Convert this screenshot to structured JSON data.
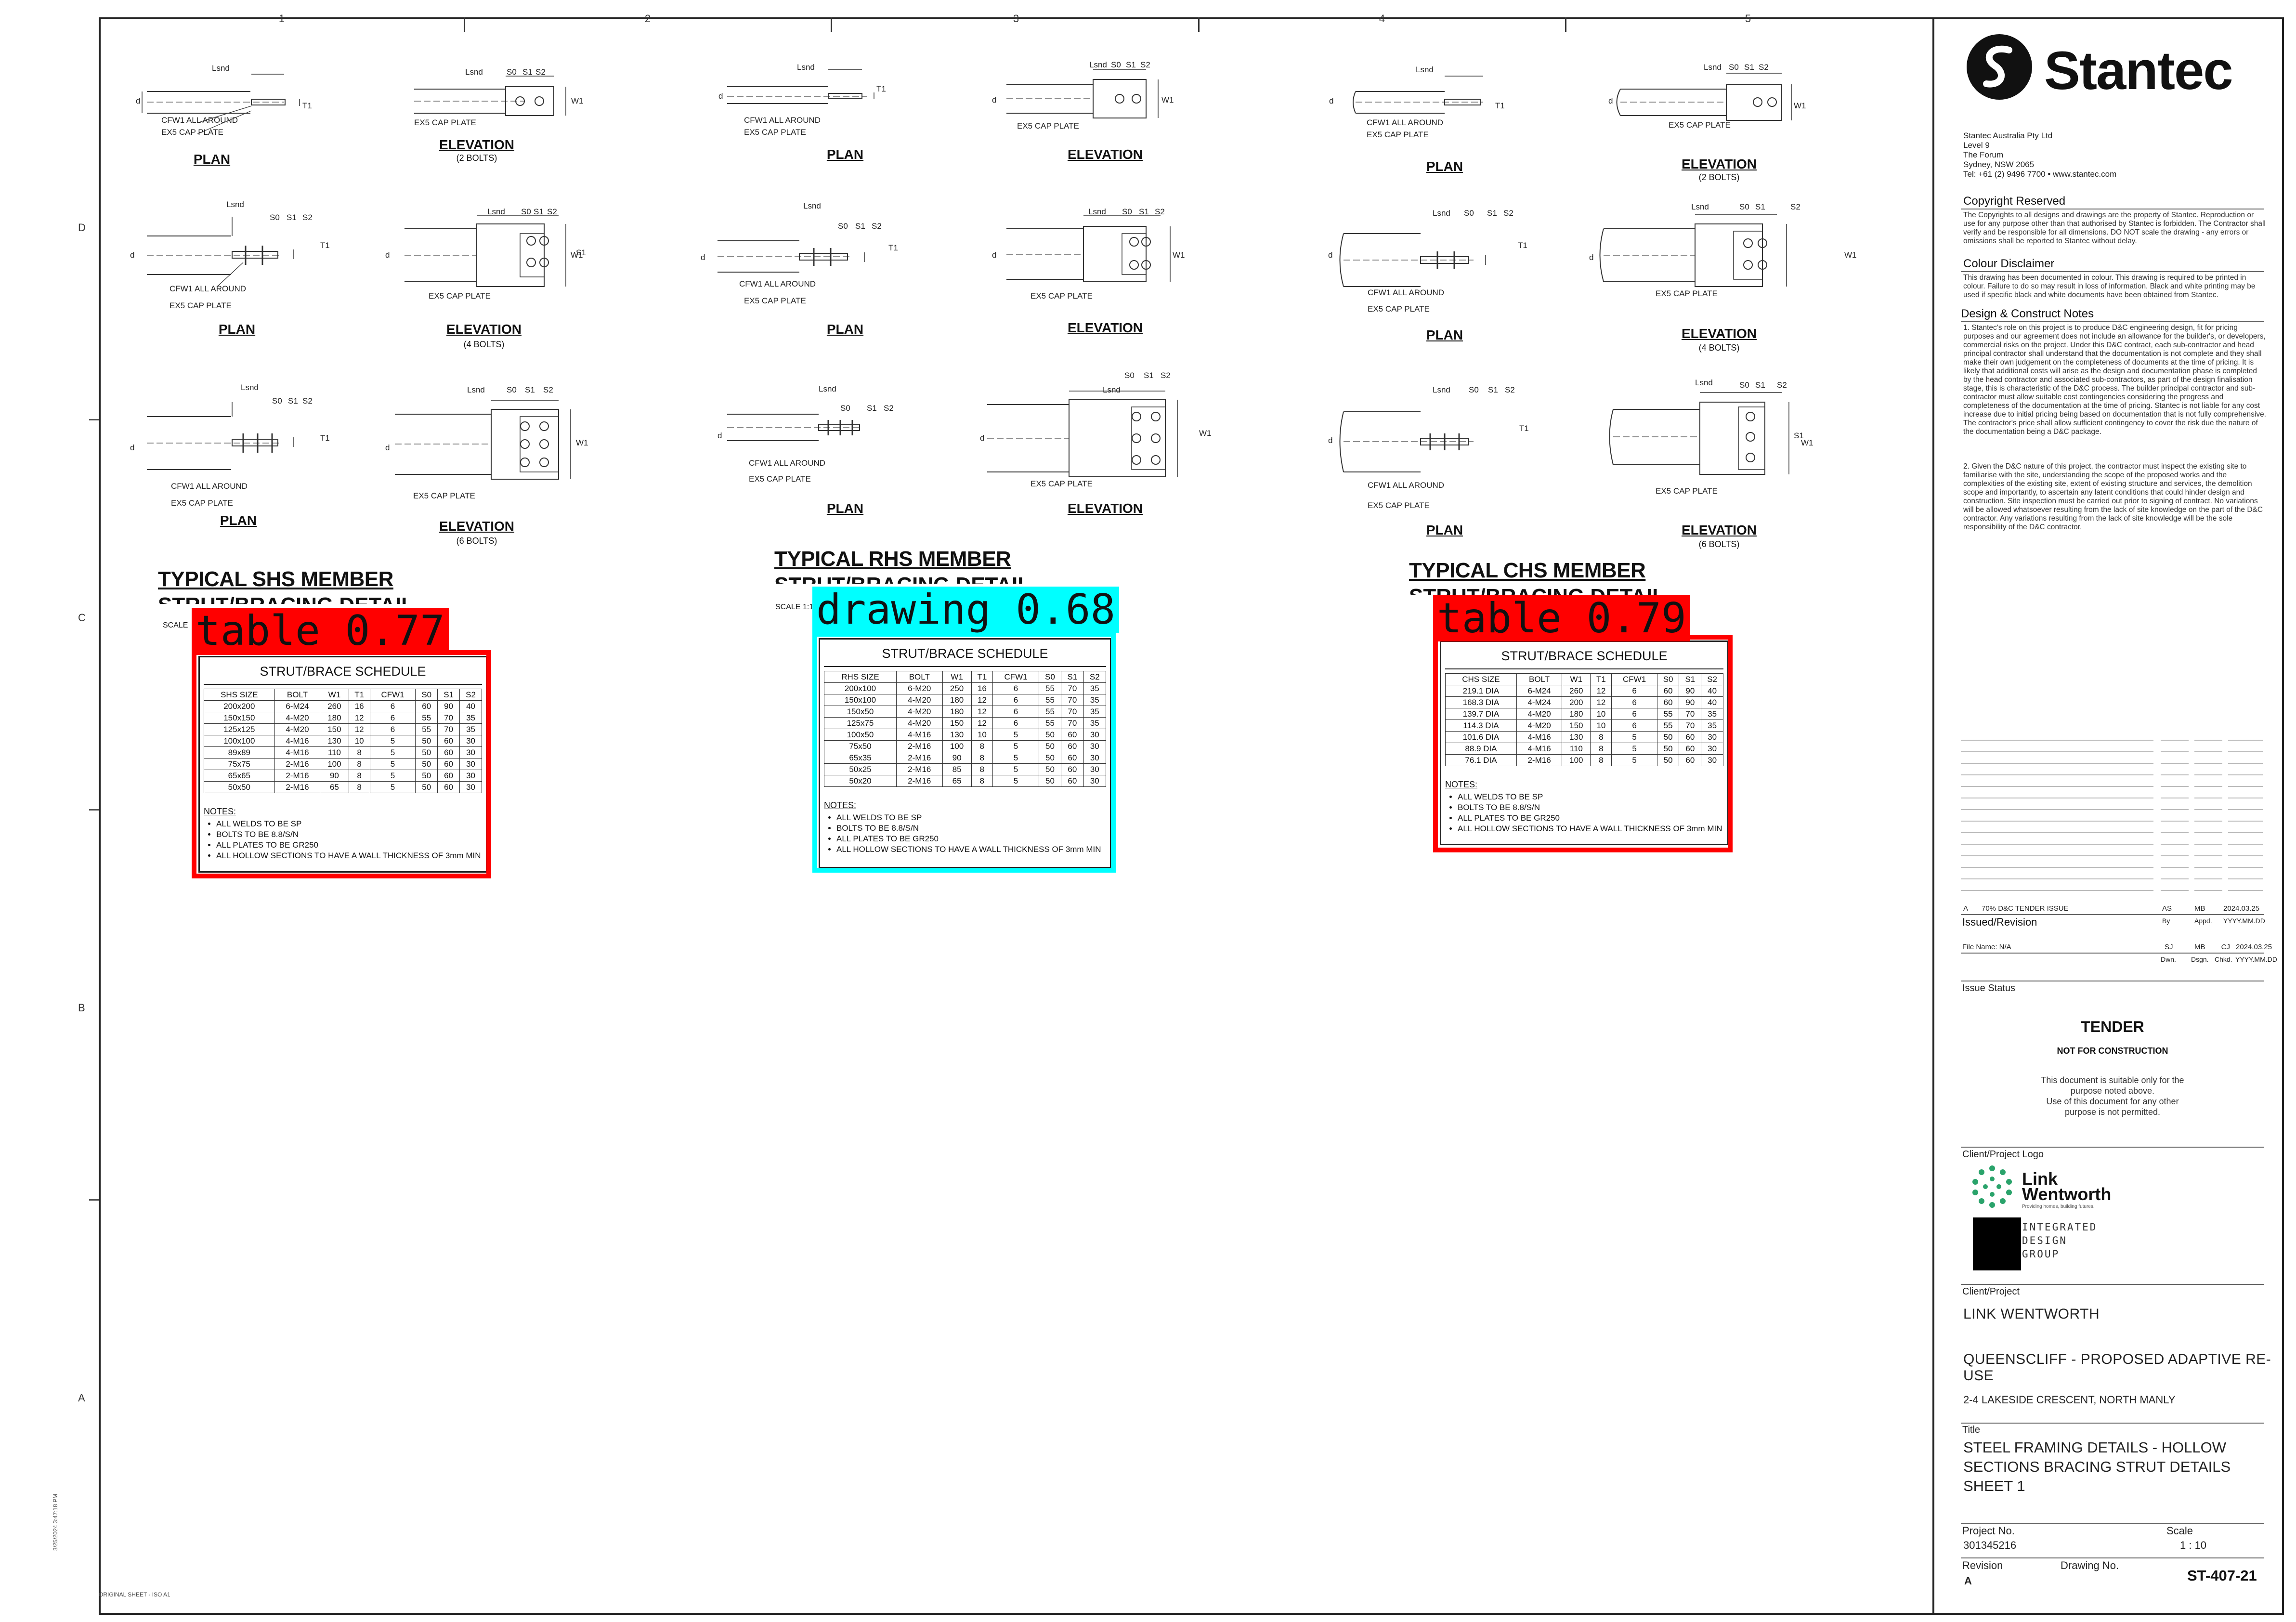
{
  "grid": {
    "columns": [
      "1",
      "2",
      "3",
      "4",
      "5"
    ],
    "rows": [
      "D",
      "C",
      "B",
      "A"
    ]
  },
  "detail_labels": {
    "lsnd": "Lsnd",
    "s0": "S0",
    "s1": "S1",
    "s2": "S2",
    "t1": "T1",
    "w1": "W1",
    "d": "d",
    "cfw1": "CFW1 ALL AROUND",
    "ex5": "EX5 CAP PLATE",
    "plan": "PLAN",
    "elevation": "ELEVATION",
    "bolts2": "(2 BOLTS)",
    "bolts4": "(4 BOLTS)",
    "bolts6": "(6 BOLTS)"
  },
  "sections": {
    "shs": {
      "title_line1": "TYPICAL SHS MEMBER",
      "title_line2": "STRUT/BRACING DETAIL",
      "scale": "SCALE"
    },
    "rhs": {
      "title_line1": "TYPICAL RHS MEMBER",
      "title_line2": "STRUT/BRACING DETAIL",
      "scale": "SCALE 1:1"
    },
    "chs": {
      "title_line1": "TYPICAL CHS MEMBER",
      "title_line2": "STRUT/BRACING DETAIL",
      "scale": ""
    }
  },
  "schedules": {
    "shs": {
      "title": "STRUT/BRACE SCHEDULE",
      "headers": [
        "SHS SIZE",
        "BOLT",
        "W1",
        "T1",
        "CFW1",
        "S0",
        "S1",
        "S2"
      ],
      "rows": [
        [
          "200x200",
          "6-M24",
          "260",
          "16",
          "6",
          "60",
          "90",
          "40"
        ],
        [
          "150x150",
          "4-M20",
          "180",
          "12",
          "6",
          "55",
          "70",
          "35"
        ],
        [
          "125x125",
          "4-M20",
          "150",
          "12",
          "6",
          "55",
          "70",
          "35"
        ],
        [
          "100x100",
          "4-M16",
          "130",
          "10",
          "5",
          "50",
          "60",
          "30"
        ],
        [
          "89x89",
          "4-M16",
          "110",
          "8",
          "5",
          "50",
          "60",
          "30"
        ],
        [
          "75x75",
          "2-M16",
          "100",
          "8",
          "5",
          "50",
          "60",
          "30"
        ],
        [
          "65x65",
          "2-M16",
          "90",
          "8",
          "5",
          "50",
          "60",
          "30"
        ],
        [
          "50x50",
          "2-M16",
          "65",
          "8",
          "5",
          "50",
          "60",
          "30"
        ]
      ],
      "notes_title": "NOTES:",
      "notes": [
        "ALL WELDS TO BE SP",
        "BOLTS TO BE 8.8/S/N",
        "ALL PLATES TO BE GR250",
        "ALL HOLLOW SECTIONS TO HAVE A WALL THICKNESS OF 3mm MIN"
      ]
    },
    "rhs": {
      "title": "STRUT/BRACE SCHEDULE",
      "headers": [
        "RHS SIZE",
        "BOLT",
        "W1",
        "T1",
        "CFW1",
        "S0",
        "S1",
        "S2"
      ],
      "rows": [
        [
          "200x100",
          "6-M20",
          "250",
          "16",
          "6",
          "55",
          "70",
          "35"
        ],
        [
          "150x100",
          "4-M20",
          "180",
          "12",
          "6",
          "55",
          "70",
          "35"
        ],
        [
          "150x50",
          "4-M20",
          "180",
          "12",
          "6",
          "55",
          "70",
          "35"
        ],
        [
          "125x75",
          "4-M20",
          "150",
          "12",
          "6",
          "55",
          "70",
          "35"
        ],
        [
          "100x50",
          "4-M16",
          "130",
          "10",
          "5",
          "50",
          "60",
          "30"
        ],
        [
          "75x50",
          "2-M16",
          "100",
          "8",
          "5",
          "50",
          "60",
          "30"
        ],
        [
          "65x35",
          "2-M16",
          "90",
          "8",
          "5",
          "50",
          "60",
          "30"
        ],
        [
          "50x25",
          "2-M16",
          "85",
          "8",
          "5",
          "50",
          "60",
          "30"
        ],
        [
          "50x20",
          "2-M16",
          "65",
          "8",
          "5",
          "50",
          "60",
          "30"
        ]
      ],
      "notes_title": "NOTES:",
      "notes": [
        "ALL WELDS TO BE SP",
        "BOLTS TO BE 8.8/S/N",
        "ALL PLATES TO BE GR250",
        "ALL HOLLOW SECTIONS TO HAVE A WALL THICKNESS OF 3mm MIN"
      ]
    },
    "chs": {
      "title": "STRUT/BRACE SCHEDULE",
      "headers": [
        "CHS SIZE",
        "BOLT",
        "W1",
        "T1",
        "CFW1",
        "S0",
        "S1",
        "S2"
      ],
      "rows": [
        [
          "219.1 DIA",
          "6-M24",
          "260",
          "12",
          "6",
          "60",
          "90",
          "40"
        ],
        [
          "168.3 DIA",
          "4-M24",
          "200",
          "12",
          "6",
          "60",
          "90",
          "40"
        ],
        [
          "139.7 DIA",
          "4-M20",
          "180",
          "10",
          "6",
          "55",
          "70",
          "35"
        ],
        [
          "114.3 DIA",
          "4-M20",
          "150",
          "10",
          "6",
          "55",
          "70",
          "35"
        ],
        [
          "101.6 DIA",
          "4-M16",
          "130",
          "8",
          "5",
          "50",
          "60",
          "30"
        ],
        [
          "88.9 DIA",
          "4-M16",
          "110",
          "8",
          "5",
          "50",
          "60",
          "30"
        ],
        [
          "76.1 DIA",
          "2-M16",
          "100",
          "8",
          "5",
          "50",
          "60",
          "30"
        ]
      ],
      "notes_title": "NOTES:",
      "notes": [
        "ALL WELDS TO BE SP",
        "BOLTS TO BE 8.8/S/N",
        "ALL PLATES TO BE GR250",
        "ALL HOLLOW SECTIONS TO HAVE A WALL THICKNESS OF 3mm MIN"
      ]
    }
  },
  "detections": [
    {
      "label": "table 0.77",
      "color": "#ff0000"
    },
    {
      "label": "drawing 0.68",
      "color": "#00ffff"
    },
    {
      "label": "table 0.79",
      "color": "#ff0000"
    }
  ],
  "title_block": {
    "company": "Stantec",
    "address": [
      "Stantec Australia Pty Ltd",
      "Level 9",
      "The Forum",
      "Sydney, NSW  2065",
      "Tel: +61 (2) 9496 7700 • www.stantec.com"
    ],
    "copyright_title": "Copyright Reserved",
    "copyright_text": "The Copyrights to all designs and drawings are the property of Stantec. Reproduction or use for any purpose other than that authorised by Stantec is forbidden. The Contractor shall verify and be responsible for all dimensions. DO NOT scale the drawing - any errors or omissions shall be reported to Stantec without delay.",
    "colour_title": "Colour Disclaimer",
    "colour_text": "This drawing has been documented in colour. This drawing is required to be printed in colour. Failure to do so may result in loss of information. Black and white printing may be used if specific black and white documents have been obtained from Stantec.",
    "dc_title": "Design & Construct Notes",
    "dc_note1": "1.  Stantec's role on this project is to produce D&C engineering design, fit for pricing purposes and our agreement does not include an allowance for the builder's, or developers, commercial risks on the project. Under this D&C contract, each sub-contractor and head principal contractor shall understand that the documentation is not complete and they shall make their own judgement on the completeness of documents at the time of pricing. It is likely that additional costs will arise as the design and documentation phase is completed by the head contractor and associated sub-contractors, as part of the design finalisation stage, this is characteristic of the D&C process. The builder principal contractor and sub-contractor must allow suitable cost contingencies considering the progress and completeness of the documentation at the time of pricing. Stantec is not liable for any cost increase due to initial pricing being based on documentation that is not fully comprehensive. The contractor's price shall allow sufficient contingency to cover the risk due the nature of the documentation being a D&C package.",
    "dc_note2": "2.  Given the D&C nature of this project, the contractor must inspect the existing site to familiarise with the site, understanding the scope of the proposed works and the complexities of the existing site, extent of existing structure and services, the demolition scope and importantly, to ascertain any latent conditions that could hinder design and construction. Site inspection must be carried out prior to signing of contract. No variations will be allowed whatsoever resulting from the lack of site knowledge on the part of the D&C contractor. Any variations resulting from the lack of site knowledge will be the sole responsibility of the D&C contractor.",
    "revision": {
      "rev": "A",
      "desc": "70% D&C TENDER ISSUE",
      "by": "AS",
      "appd": "MB",
      "date": "2024.03.25"
    },
    "revision_headers": {
      "by": "By",
      "appd": "Appd.",
      "date": "YYYY.MM.DD"
    },
    "issued_revision": "Issued/Revision",
    "file_name": "File Name: N/A",
    "sign": {
      "dwn": "SJ",
      "dsgn": "MB",
      "chkd": "CJ",
      "date": "2024.03.25"
    },
    "sign_headers": {
      "dwn": "Dwn.",
      "dsgn": "Dsgn.",
      "chkd": "Chkd.",
      "date": "YYYY.MM.DD"
    },
    "issue_status_label": "Issue Status",
    "status": "TENDER",
    "not_for_construction": "NOT FOR CONSTRUCTION",
    "status_note": [
      "This document is suitable only for the",
      "purpose noted above.",
      "Use of this document for any other",
      "purpose is not permitted."
    ],
    "client_logo_label": "Client/Project Logo",
    "logo1_line1": "Link",
    "logo1_line2": "Wentworth",
    "logo1_tagline": "Providing homes, building futures.",
    "logo2": [
      "INTEGRATED",
      "DESIGN",
      "GROUP"
    ],
    "client_label": "Client/Project",
    "client": "LINK WENTWORTH",
    "project": "QUEENSCLIFF - PROPOSED ADAPTIVE RE-USE",
    "address_line": "2-4 LAKESIDE CRESCENT, NORTH MANLY",
    "title_label": "Title",
    "title_lines": [
      "STEEL FRAMING DETAILS - HOLLOW",
      "SECTIONS BRACING STRUT DETAILS",
      "SHEET 1"
    ],
    "project_no_label": "Project No.",
    "project_no": "301345216",
    "scale_label": "Scale",
    "scale": "1 : 10",
    "revision_label": "Revision",
    "revision_value": "A",
    "drawing_no_label": "Drawing No.",
    "drawing_no": "ST-407-21"
  },
  "margin_text": {
    "original_sheet": "ORIGINAL SHEET - ISO A1",
    "plot_date": "3/25/2024 3:47:18 PM"
  }
}
